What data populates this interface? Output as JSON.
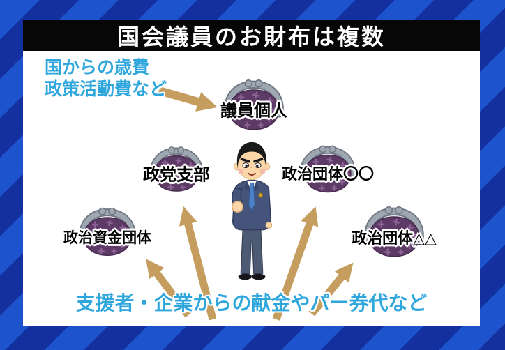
{
  "header": {
    "title": "国会議員のお財布は複数"
  },
  "notes": {
    "top_line1": "国からの歳費",
    "top_line2": "政策活動費など",
    "bottom": "支援者・企業からの献金やパー券代など"
  },
  "wallets": [
    {
      "label": "議員個人"
    },
    {
      "label": "政党支部"
    },
    {
      "label": "政治資金団体"
    },
    {
      "label": "政治団体〇〇"
    },
    {
      "label": "政治団体△△"
    }
  ],
  "icons": {
    "wallet_icon": "coin-purse-icon",
    "person_icon": "politician-raised-fist-icon",
    "arrow_icon": "tan-arrow-icon"
  },
  "colors": {
    "frame_blue_light": "#1d53cd",
    "frame_blue_dark": "#13309e",
    "title_bg": "#070707",
    "title_fg": "#ffffff",
    "note_blue": "#2fa7dd",
    "arrow_tan": "#c59d5f",
    "wallet_purple": "#5e3a66",
    "wallet_pattern_purple": "#8d6295",
    "wallet_clasp_gray": "#9fa8b2"
  }
}
